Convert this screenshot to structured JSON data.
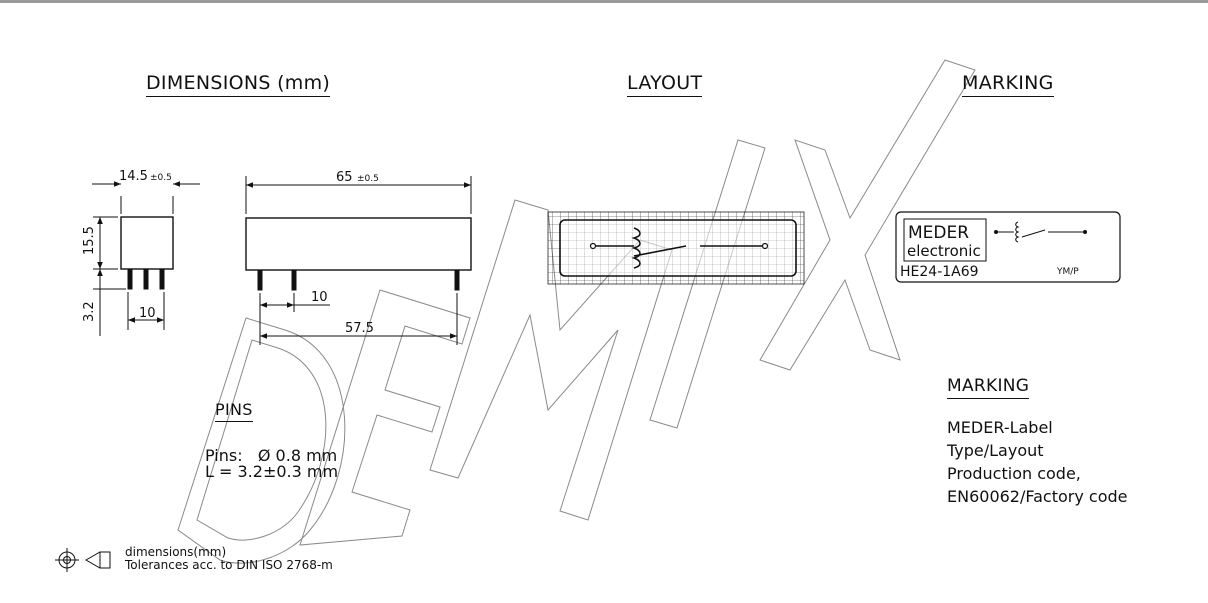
{
  "headings": {
    "dimensions": "DIMENSIONS (mm)",
    "layout": "LAYOUT",
    "marking_top": "MARKING",
    "pins": "PINS",
    "marking_bottom": "MARKING"
  },
  "dimensions": {
    "width": "14.5",
    "width_tol": "±0.5",
    "length": "65",
    "length_tol": "±0.5",
    "height": "15.5",
    "pin_length": "3.2",
    "pin_pitch_side": "10",
    "pin_pitch_front": "10",
    "pin_span": "57.5"
  },
  "pins": {
    "line1_prefix": "Pins:",
    "line1_value": "Ø 0.8 mm",
    "line2": "L = 3.2±0.3 mm"
  },
  "marking_label": {
    "brand_line1": "MEDER",
    "brand_line2": "electronic",
    "type_code": "HE24-1A69",
    "date_code": "YM/P"
  },
  "marking_list": [
    "MEDER-Label",
    "Type/Layout",
    "Production code,",
    "EN60062/Factory code"
  ],
  "tolerance_note": {
    "line1": "dimensions(mm)",
    "line2": "Tolerances acc. to DIN ISO 2768-m"
  },
  "watermark": "DEMIX",
  "colors": {
    "ink": "#111111",
    "watermark": "#8a8a8a",
    "rule": "#9a9a9a"
  },
  "icons": [
    "projection-symbol-icon",
    "relay-switch-icon"
  ]
}
